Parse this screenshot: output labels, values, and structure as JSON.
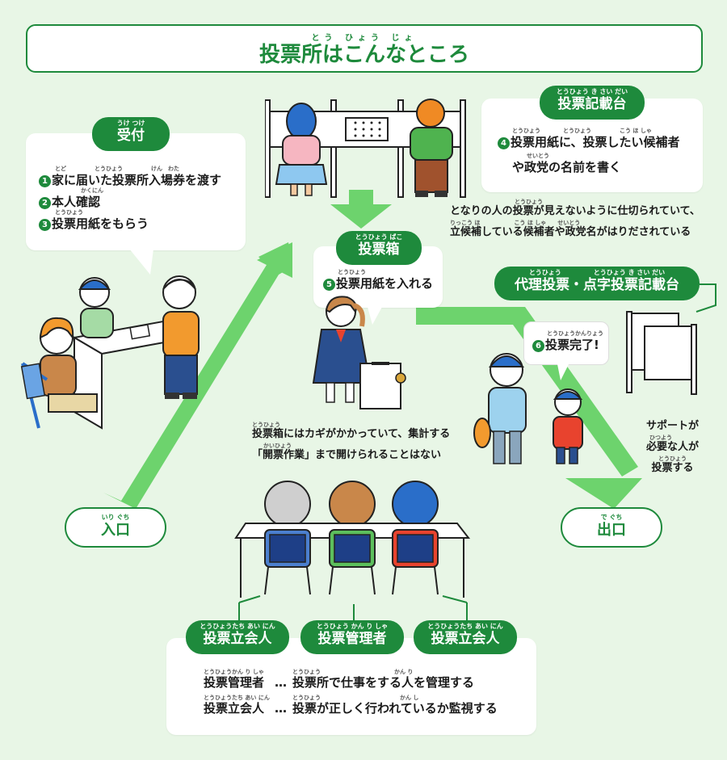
{
  "title": {
    "ruby": "とう ひょう じょ",
    "text": "投票所はこんなところ"
  },
  "reception": {
    "ruby": "うけ つけ",
    "label": "受付",
    "items": [
      {
        "num": "1",
        "ruby": "とど　　　　　とうひょう　　　　　けん　わた",
        "text": "家に届いた投票所入場券を渡す"
      },
      {
        "num": "2",
        "ruby": "かくにん",
        "text": "本人確認"
      },
      {
        "num": "3",
        "ruby": "とうひょう",
        "text": "投票用紙をもらう"
      }
    ]
  },
  "booth": {
    "ruby": "とうひょう き さい だい",
    "label": "投票記載台",
    "num": "4",
    "ruby1": "とうひょう　　　　とうひょう　　　　　こう ほ しゃ",
    "line1": "投票用紙に、投票したい候補者",
    "ruby2": "せいとう",
    "line2": "や政党の名前を書く",
    "note_ruby1": "とうひょう",
    "note1": "となりの人の投票が見えないように仕切られていて、",
    "note_ruby2": "りっこう ほ　　　　　　こう ほ しゃ　　せいとう",
    "note2": "立候補している候補者や政党名がはりだされている"
  },
  "ballot_box": {
    "ruby": "とうひょう ばこ",
    "label": "投票箱",
    "num": "5",
    "ruby1": "とうひょう",
    "line1": "投票用紙を入れる",
    "note_ruby1": "とうひょう",
    "note1": "投票箱にはカギがかかっていて、集計する",
    "note_ruby2": "かいひょう",
    "note2": "「開票作業」まで開けられることはない"
  },
  "complete": {
    "num": "6",
    "ruby": "とうひょうかんりょう",
    "text": "投票完了!"
  },
  "proxy": {
    "ruby": "とうひょう　　　　　とうひょう き さい だい",
    "label": "代理投票・点字投票記載台",
    "note1": "サポートが",
    "note2_ruby": "ひつよう",
    "note2": "必要な人が",
    "note3_ruby": "とうひょう",
    "note3": "投票する"
  },
  "entrance": {
    "ruby": "いり ぐち",
    "label": "入口"
  },
  "exit": {
    "ruby": "で ぐち",
    "label": "出口"
  },
  "staff": {
    "left": {
      "ruby": "とうひょうたち あい にん",
      "label": "投票立会人"
    },
    "center": {
      "ruby": "とうひょう かん り しゃ",
      "label": "投票管理者"
    },
    "right": {
      "ruby": "とうひょうたち あい にん",
      "label": "投票立会人"
    },
    "rows": [
      {
        "term_ruby": "とうひょうかん り しゃ",
        "term": "投票管理者",
        "sep": "…",
        "desc_ruby": "とうひょう　　　　　　　　　　　　　かん り",
        "desc": "投票所で仕事をする人を管理する"
      },
      {
        "term_ruby": "とうひょうたち あい にん",
        "term": "投票立会人",
        "sep": "…",
        "desc_ruby": "とうひょう　　　　　　　　　　　　　　かん し",
        "desc": "投票が正しく行われているか監視する"
      }
    ]
  },
  "colors": {
    "green": "#1e8a3c",
    "arrow": "#6dd36d",
    "bg": "#e8f6e6"
  }
}
